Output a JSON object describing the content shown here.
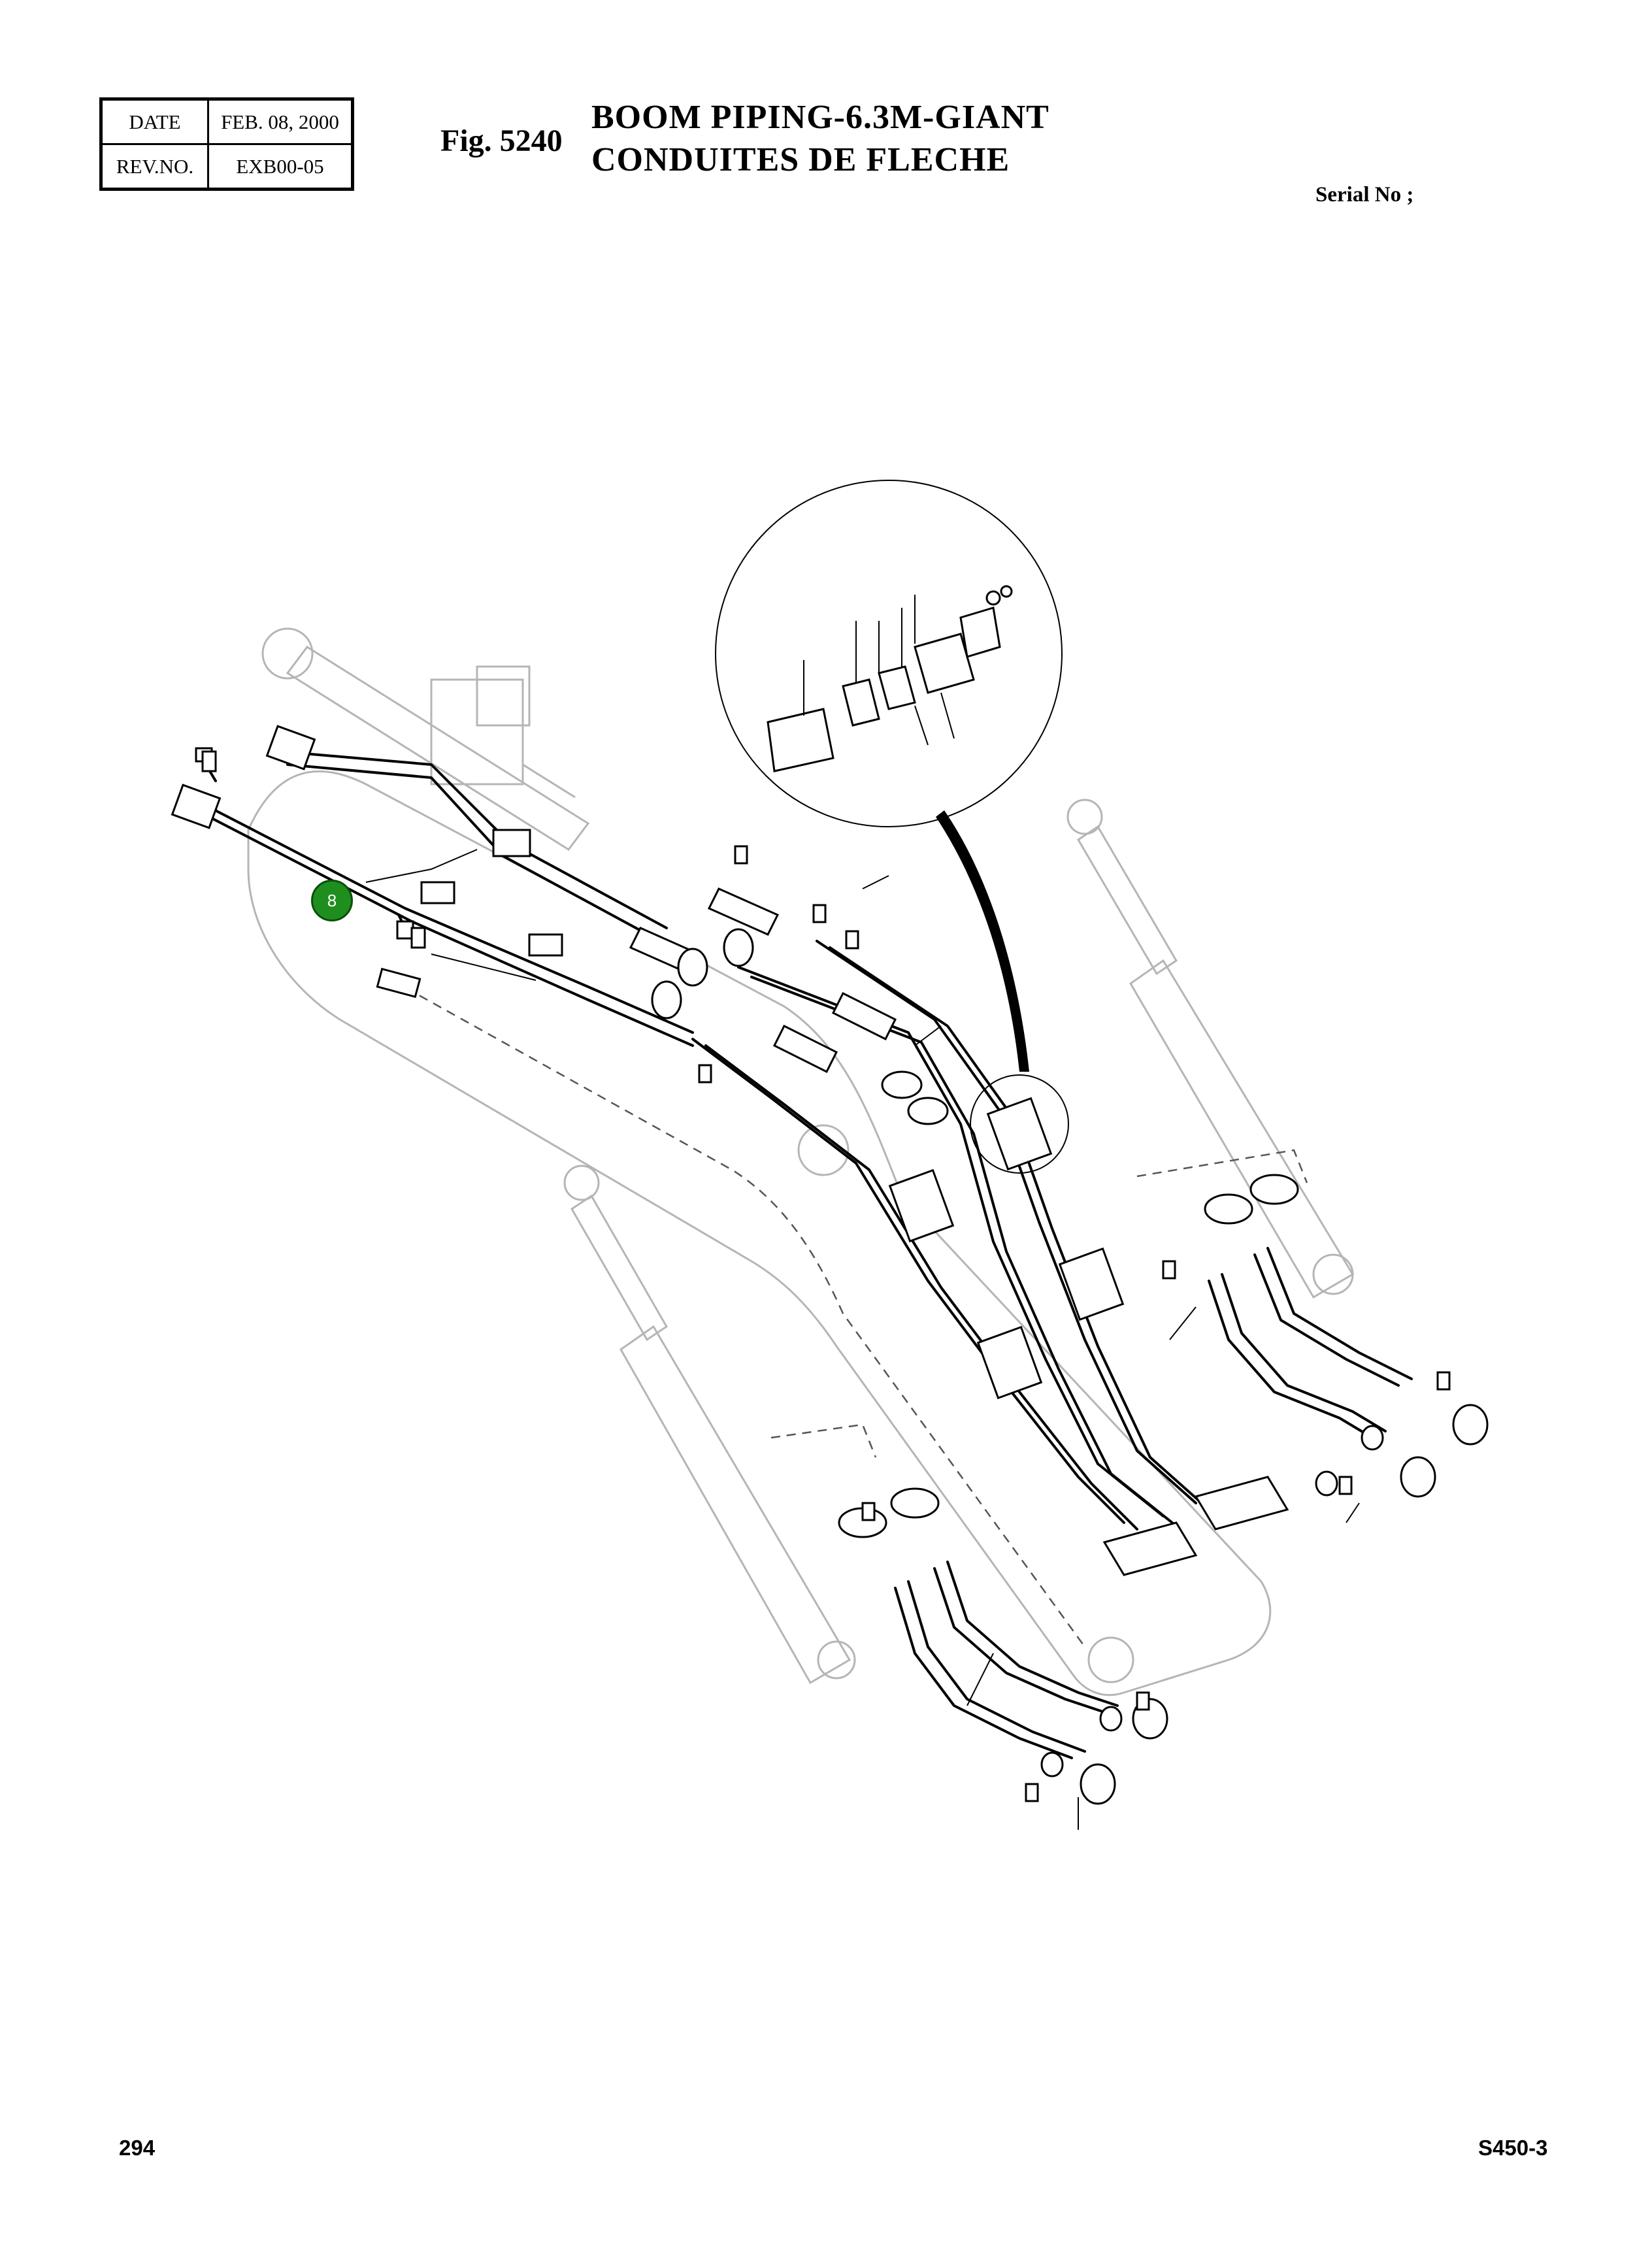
{
  "header": {
    "date_label": "DATE",
    "date_value": "FEB. 08, 2000",
    "rev_label": "REV.NO.",
    "rev_value": "EXB00-05",
    "fig_label": "Fig. 5240",
    "title_en": "BOOM PIPING-6.3M-GIANT",
    "title_fr": "CONDUITES DE FLECHE",
    "serial_label": "Serial No ;"
  },
  "diagram": {
    "callout_label": "8",
    "callout_color": "#1e8f1e"
  },
  "footer": {
    "page_number": "294",
    "model": "S450-3"
  }
}
